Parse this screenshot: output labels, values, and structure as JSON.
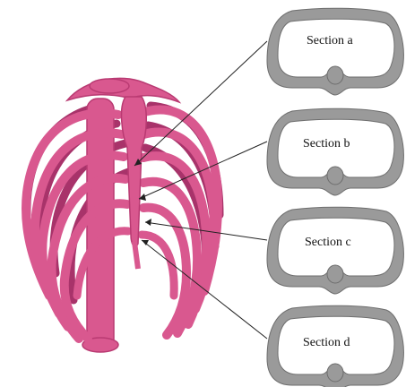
{
  "sections": [
    {
      "label": "Section a"
    },
    {
      "label": "Section b"
    },
    {
      "label": "Section c"
    },
    {
      "label": "Section d"
    }
  ],
  "colors": {
    "rib": "#d9588f",
    "rib_stroke": "#b93a72",
    "rib_dark": "#a8336a",
    "ring": "#9a9a9a",
    "ring_stroke": "#6e6e6e",
    "leader": "#222222"
  }
}
